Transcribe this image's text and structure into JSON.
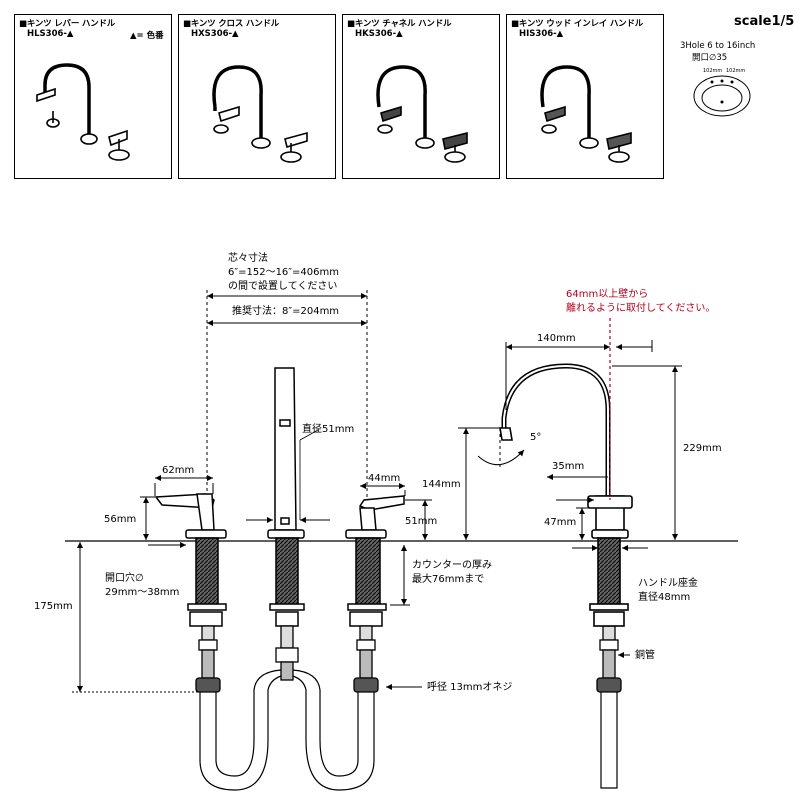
{
  "header": {
    "panels": [
      {
        "title": "■キンツ レバー ハンドル",
        "code": "HLS306-▲",
        "legend": "▲= 色番"
      },
      {
        "title": "■キンツ クロス ハンドル",
        "code": "HXS306-▲"
      },
      {
        "title": "■キンツ チャネル ハンドル",
        "code": "HKS306-▲"
      },
      {
        "title": "■キンツ ウッド インレイ ハンドル",
        "code": "HIS306-▲"
      }
    ],
    "scale": "scale1/5",
    "hole_line1": "3Hole 6 to 16inch",
    "hole_line2": "開口∅35",
    "hole_dim_a": "102mm",
    "hole_dim_b": "102mm"
  },
  "drawing": {
    "center_title": "芯々寸法",
    "center_range": "6″=152〜16″=406mm",
    "center_note": "の間で設置してください",
    "recommended": "推奨寸法：8″=204mm",
    "wall_note1": "64mm以上壁から",
    "wall_note2": "離れるように取付してください。",
    "dim_140": "140mm",
    "dim_spout_dia": "直径51mm",
    "dim_5deg": "5°",
    "dim_229": "229mm",
    "dim_144": "144mm",
    "dim_62": "62mm",
    "dim_56": "56mm",
    "dim_44": "44mm",
    "dim_51": "51mm",
    "dim_35": "35mm",
    "dim_47": "47mm",
    "hole_label1": "開口穴∅",
    "hole_label2": "29mm〜38mm",
    "counter_label1": "カウンターの厚み",
    "counter_label2": "最大76mmまで",
    "dim_175": "175mm",
    "base_label1": "ハンドル座金",
    "base_label2": "直径48mm",
    "copper_label": "銅管",
    "thread_label": "呼径 13mmオネジ"
  }
}
